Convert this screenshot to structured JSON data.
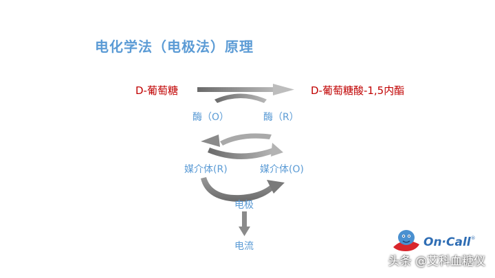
{
  "title": "电化学法（电极法）原理",
  "substrate": "D-葡萄糖",
  "product": "D-葡萄糖酸-1,5内酯",
  "enzyme_ox": "酶（O）",
  "enzyme_red": "酶（R）",
  "mediator_red": "媒介体(R)",
  "mediator_ox": "媒介体(O)",
  "electrode": "电极",
  "current": "电流",
  "logo": {
    "text": "On·Call",
    "reg": "®"
  },
  "watermark": "头条 @艾科血糖仪",
  "colors": {
    "title": "#5B9BD5",
    "chem": "#C00000",
    "arrow": "#8c8c8c"
  }
}
